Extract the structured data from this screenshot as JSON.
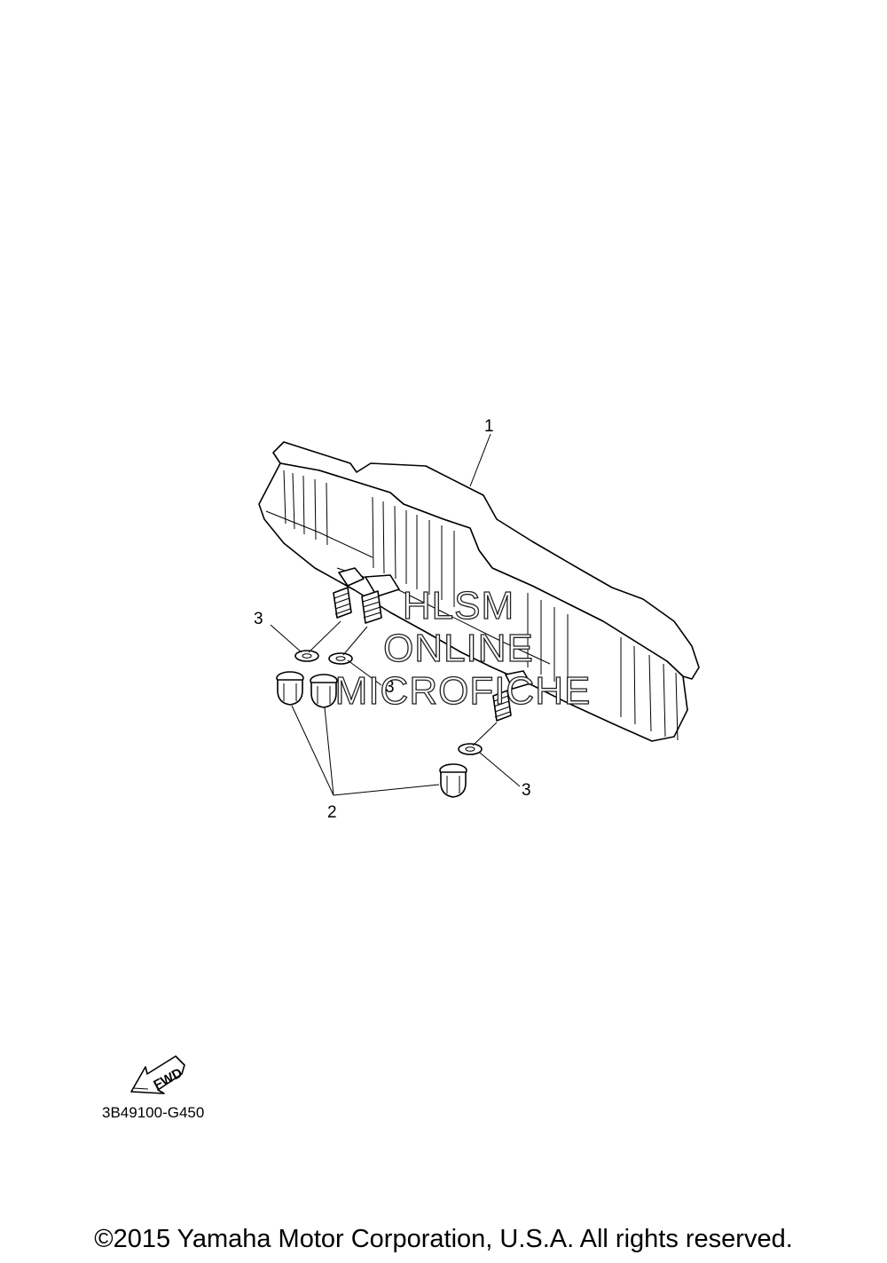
{
  "callouts": [
    {
      "label": "1"
    },
    {
      "label": "2"
    },
    {
      "label": "3"
    },
    {
      "label": "3"
    },
    {
      "label": "3"
    }
  ],
  "watermark": {
    "line1": "HLSM",
    "line2": "ONLINE",
    "line3": "MICROFICHE"
  },
  "fwd_label": "FWD",
  "diagram_code": "3B49100-G450",
  "copyright": "©2015 Yamaha Motor Corporation, U.S.A. All rights reserved."
}
